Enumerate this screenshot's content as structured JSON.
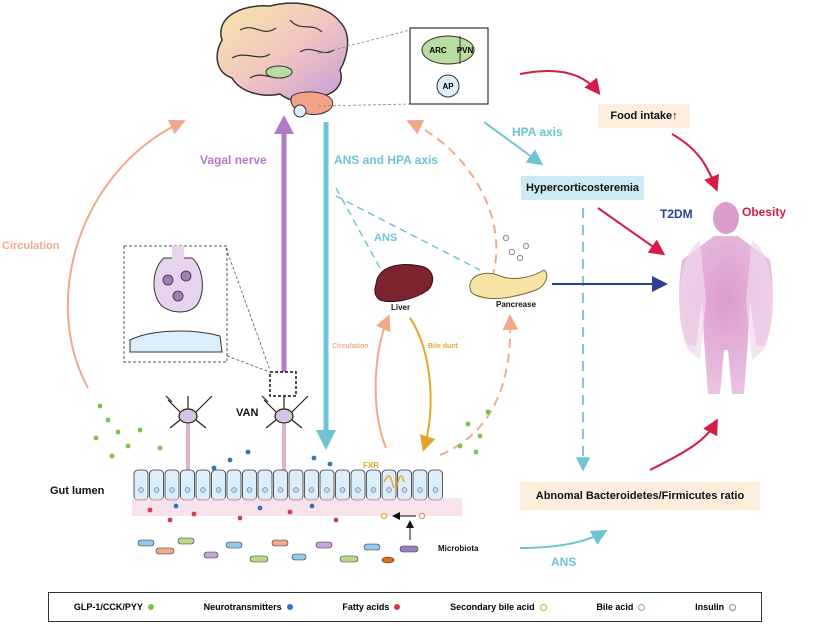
{
  "brain_panel": {
    "arc": "ARC",
    "pvn": "PVN",
    "ap": "AP"
  },
  "organs": {
    "liver": "Liver",
    "pancrease": "Pancrease"
  },
  "labels": {
    "food_intake": "Food intake↑",
    "hypercorticosteremia": "Hypercorticosteremia",
    "t2dm": "T2DM",
    "obesity": "Obesity",
    "hpa_axis": "HPA axis",
    "ans_and_hpa_axis": "ANS and HPA axis",
    "ans_mid": "ANS",
    "ans_bottom": "ANS",
    "vagal_nerve": "Vagal nerve",
    "circulation_left": "Circulation",
    "circulation_small": "Circulation",
    "bile_duct": "Bile duct",
    "van": "VAN",
    "gut_lumen": "Gut lumen",
    "fxr": "FXR",
    "microbiota": "Microbiota",
    "ratio_box": "Abnomal Bacteroidetes/Firmicutes ratio"
  },
  "legend": [
    {
      "label": "GLP-1/CCK/PYY",
      "color": "#7cc243",
      "filled": true
    },
    {
      "label": "Neurotransmitters",
      "color": "#2e78c2",
      "filled": true
    },
    {
      "label": "Fatty acids",
      "color": "#d63a4a",
      "filled": true
    },
    {
      "label": "Secondary bile acid",
      "color": "#e3a62d",
      "filled": false
    },
    {
      "label": "Bile acid",
      "color": "#d98b6c",
      "filled": false
    },
    {
      "label": "Insulin",
      "color": "#888888",
      "filled": false
    }
  ],
  "colors": {
    "vagal": "#b07bc4",
    "ans": "#6ec3d4",
    "circulation": "#f1a98c",
    "red_arrow": "#d41d45",
    "blue_arrow": "#2d3f8f",
    "box_fill": "#fdeede",
    "hyper_fill": "#cdebf2"
  }
}
